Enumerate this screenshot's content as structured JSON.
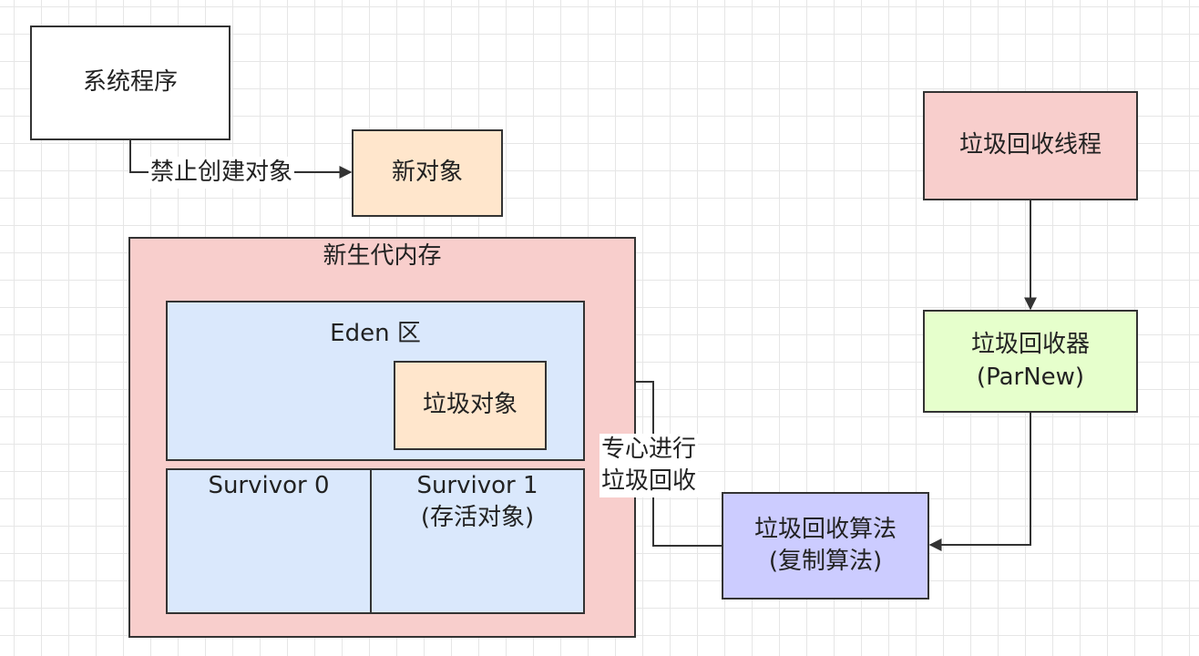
{
  "nodes": {
    "system_program": {
      "label": "系统程序"
    },
    "new_object": {
      "label": "新对象"
    },
    "young_gen": {
      "label": "新生代内存"
    },
    "eden": {
      "label": "Eden 区"
    },
    "garbage_object": {
      "label": "垃圾对象"
    },
    "survivor0": {
      "label": "Survivor 0"
    },
    "survivor1": {
      "label": "Survivor 1\n(存活对象)"
    },
    "gc_thread": {
      "label": "垃圾回收线程"
    },
    "collector": {
      "label": "垃圾回收器\n(ParNew)"
    },
    "algorithm": {
      "label": "垃圾回收算法\n(复制算法)"
    }
  },
  "edges": {
    "forbid": {
      "label": "禁止创建对象"
    },
    "dedicated": {
      "label": "专心进行\n垃圾回收"
    }
  },
  "colors": {
    "white": "#ffffff",
    "peach": "#ffe6cc",
    "pink": "#f8cecc",
    "blue": "#dae8fc",
    "green": "#e6ffcc",
    "lavender": "#ccccff",
    "line": "#333333"
  }
}
